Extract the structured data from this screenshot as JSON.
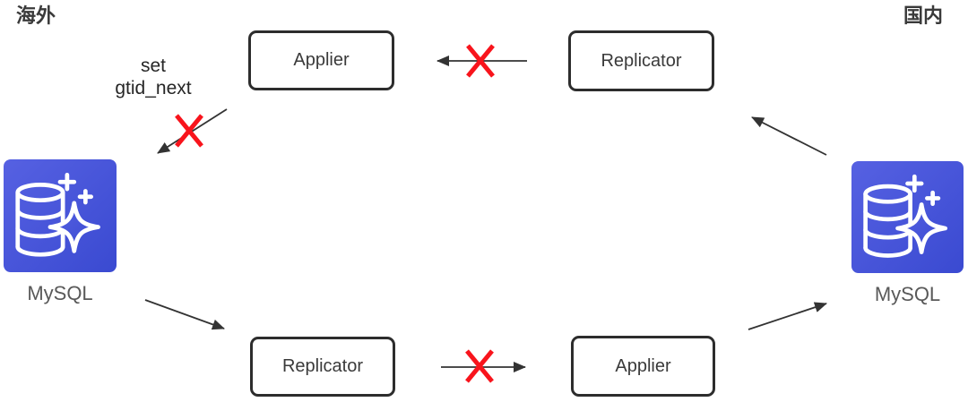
{
  "regions": {
    "overseas": "海外",
    "domestic": "国内"
  },
  "nodes": {
    "applier_top": "Applier",
    "replicator_top": "Replicator",
    "replicator_bottom": "Replicator",
    "applier_bottom": "Applier",
    "mysql_left": "MySQL",
    "mysql_right": "MySQL"
  },
  "annotations": {
    "set_gtid_next": "set\ngtid_next"
  },
  "icons": {
    "mysql_left": "aurora-mysql-database-icon",
    "mysql_right": "aurora-mysql-database-icon",
    "blocked_marks": "red-x-icon",
    "arrows": "black-arrow"
  },
  "colors": {
    "x-red": "#f8141c",
    "arrow": "#333333",
    "box-border": "#2d2d2d",
    "label": "#3a3a3a",
    "mysql-label": "#595959",
    "annotation": "#262626",
    "icon-blue-light": "#5661e2",
    "icon-blue-dark": "#3a4ad1"
  }
}
